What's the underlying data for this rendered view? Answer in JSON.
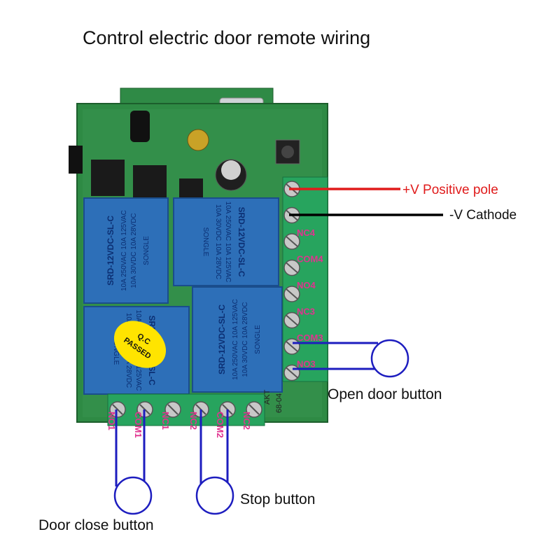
{
  "title": "Control electric door remote wiring",
  "colors": {
    "background": "#ffffff",
    "pcb": "#2e8a44",
    "pcb_dark": "#1c5e2c",
    "relay": "#2d6fb8",
    "terminal": "#27a45e",
    "pin_label": "#e0338f",
    "positive_wire": "#e01b1b",
    "negative_wire": "#000000",
    "signal_wire": "#1d1dbf",
    "qc_sticker": "#ffe400"
  },
  "power_labels": {
    "positive": "+V Positive pole",
    "negative": "-V Cathode"
  },
  "right_pins": [
    "NC4",
    "COM4",
    "NO4",
    "NC3",
    "COM3",
    "NO3"
  ],
  "bottom_pins": [
    "NO1",
    "COM1",
    "NC1",
    "NC2",
    "COM2",
    "NC2"
  ],
  "buttons": {
    "open": "Open door button",
    "stop": "Stop button",
    "close": "Door close button"
  },
  "relays": {
    "brand": "SONGLE",
    "model": "SRD-12VDC-SL-C",
    "rating_1": "10A 250VAC 10A 125VAC",
    "rating_2": "10A 30VDC 10A 28VDC"
  },
  "sticker": {
    "line1": "Q.C",
    "line2": "PASSED"
  },
  "board": {
    "code_1": "AKT",
    "code_2": "68-04"
  }
}
